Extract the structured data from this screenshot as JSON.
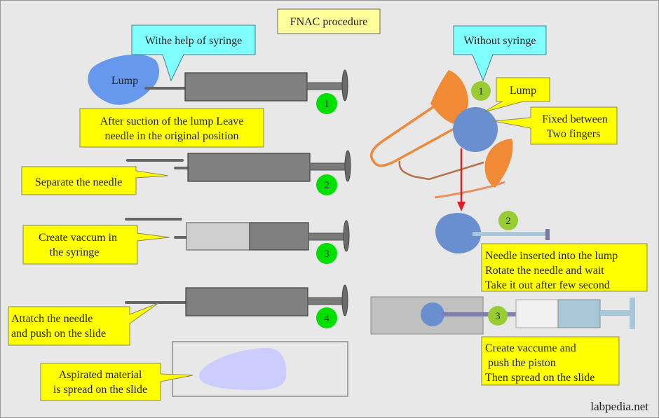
{
  "title": "FNAC procedure",
  "watermark": "labpedia.net",
  "colors": {
    "background": "#e8e8e8",
    "callout_yellow": "#ffff00",
    "callout_cyan": "#80ffff",
    "title_box": "#ffff99",
    "lump_blue": "#6699ee",
    "lump_blue_right": "#6a8fd0",
    "syringe_gray": "#808080",
    "step_green": "#00e000",
    "step_olive": "#99cc33",
    "finger_orange": "#f0883a",
    "arrow_red": "#e02020",
    "smear_lavender": "#ccccff"
  },
  "left_panel": {
    "header": "Withe help of syringe",
    "lump_label": "Lump",
    "steps": [
      {
        "number": "1",
        "lines": [
          "After suction of the lump Leave",
          "needle in the original position"
        ]
      },
      {
        "number": "2",
        "lines": [
          "Separate the needle"
        ]
      },
      {
        "number": "3",
        "lines": [
          "Create vaccum in",
          "the syringe"
        ]
      },
      {
        "number": "4",
        "lines": [
          "Attatch the needle",
          "and push on the slide"
        ]
      }
    ],
    "slide_caption": [
      "Aspirated material",
      "is spread on the slide"
    ]
  },
  "right_panel": {
    "header": "Without syringe",
    "lump_label": "Lump",
    "fixed_label": [
      "Fixed between",
      "Two fingers"
    ],
    "steps": [
      {
        "number": "1"
      },
      {
        "number": "2",
        "lines": [
          "Needle inserted into the lump",
          "Rotate the needle and wait",
          "Take it out after few second"
        ]
      },
      {
        "number": "3",
        "lines": [
          "Create vaccume and",
          " push the piston",
          "Then spread on the slide"
        ]
      }
    ]
  }
}
